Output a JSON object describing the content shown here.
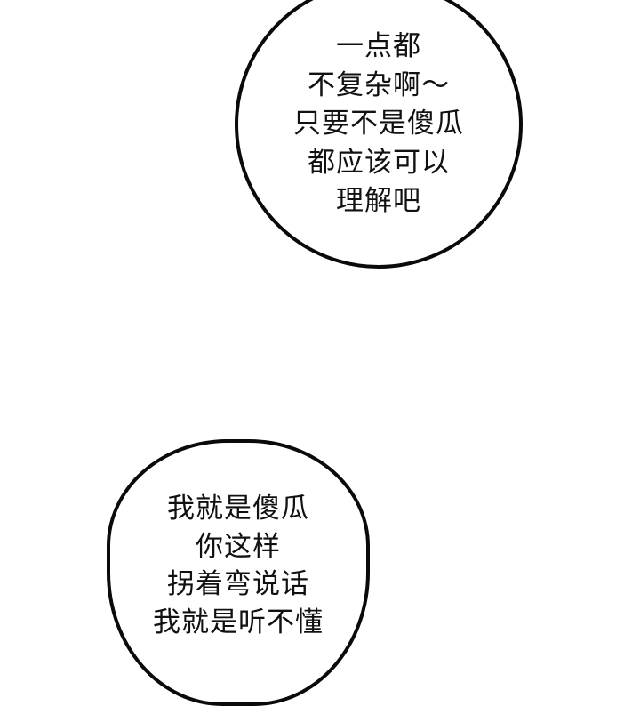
{
  "panel": {
    "background": "#ffffff",
    "outline_color": "#0a0a0a"
  },
  "bubbles": [
    {
      "shape": "circle",
      "lines": [
        "一点都",
        "不复杂啊～",
        "只要不是傻瓜",
        "都应该可以",
        "理解吧"
      ]
    },
    {
      "shape": "rounded-rect",
      "lines": [
        "我就是傻瓜",
        "你这样",
        "拐着弯说话",
        "我就是听不懂"
      ]
    }
  ]
}
